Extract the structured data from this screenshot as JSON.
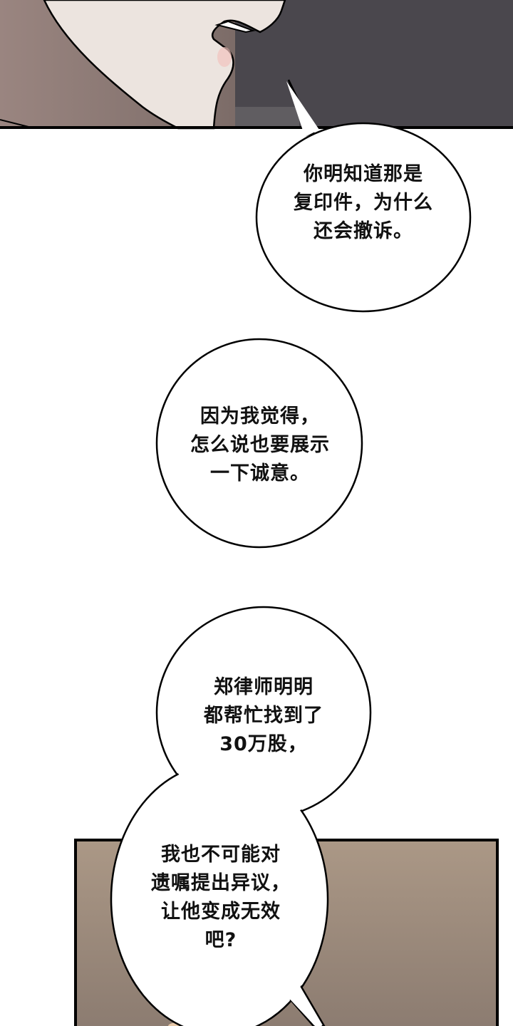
{
  "colors": {
    "top_panel_left": "#8f7c76",
    "top_panel_face": "#ece4df",
    "top_panel_dark": "#4a474d",
    "bottom_panel_top": "#ab9886",
    "bottom_panel_bottom": "#8b7b70",
    "outline": "#000000"
  },
  "bubbles": [
    {
      "lines": [
        "你明知道那是",
        "复印件，为什么",
        "还会撤诉。"
      ]
    },
    {
      "lines": [
        "因为我觉得，",
        "怎么说也要展示",
        "一下诚意。"
      ]
    },
    {
      "lines": [
        "郑律师明明",
        "都帮忙找到了",
        "30万股，"
      ]
    },
    {
      "lines": [
        "我也不可能对",
        "遗嘱提出异议，",
        "让他变成无效",
        "吧?"
      ]
    }
  ]
}
